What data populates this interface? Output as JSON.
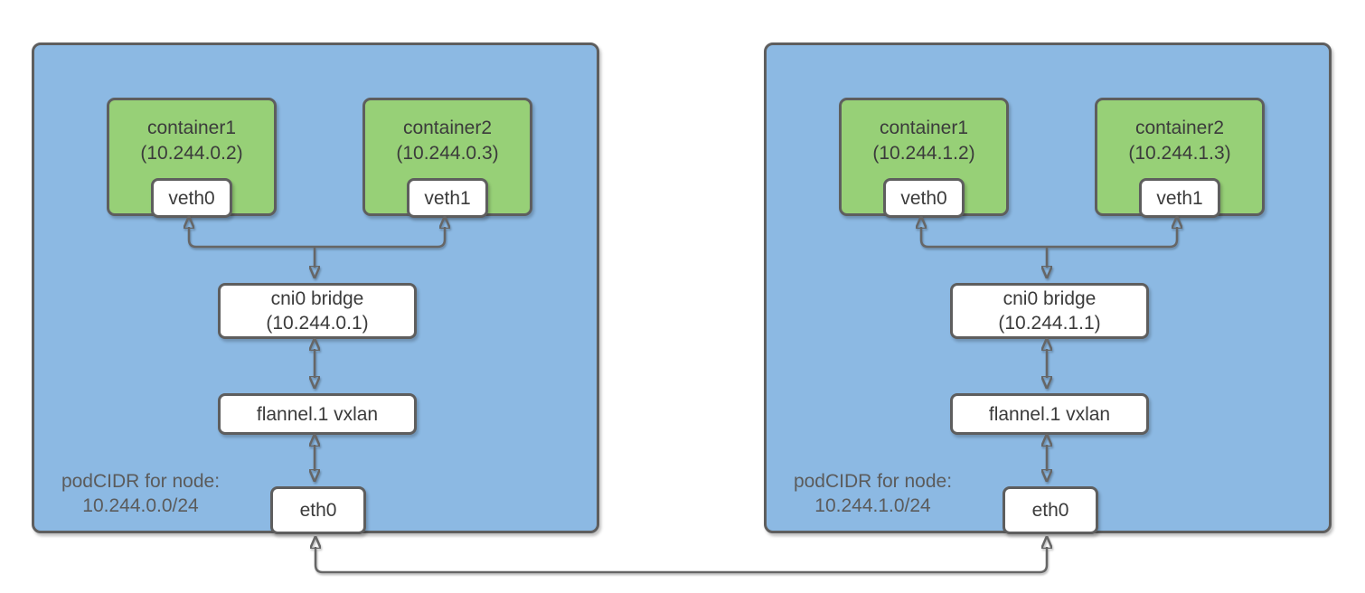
{
  "colors": {
    "node_fill": "#8CB9E3",
    "container_fill": "#97D077",
    "box_fill": "#FFFFFF",
    "border": "#5E5E5E",
    "arrow_line": "#666666",
    "label_text": "#3B3B3B",
    "podcidr_text": "#5B5B5B"
  },
  "nodes": [
    {
      "podcidr_line1": "podCIDR for node:",
      "podcidr_line2": "10.244.0.0/24",
      "containers": [
        {
          "name": "container1",
          "ip": "(10.244.0.2)",
          "veth": "veth0"
        },
        {
          "name": "container2",
          "ip": "(10.244.0.3)",
          "veth": "veth1"
        }
      ],
      "bridge_line1": "cni0 bridge",
      "bridge_line2": "(10.244.0.1)",
      "vxlan_label": "flannel.1 vxlan",
      "nic_label": "eth0"
    },
    {
      "podcidr_line1": "podCIDR for node:",
      "podcidr_line2": "10.244.1.0/24",
      "containers": [
        {
          "name": "container1",
          "ip": "(10.244.1.2)",
          "veth": "veth0"
        },
        {
          "name": "container2",
          "ip": "(10.244.1.3)",
          "veth": "veth1"
        }
      ],
      "bridge_line1": "cni0 bridge",
      "bridge_line2": "(10.244.1.1)",
      "vxlan_label": "flannel.1 vxlan",
      "nic_label": "eth0"
    }
  ]
}
